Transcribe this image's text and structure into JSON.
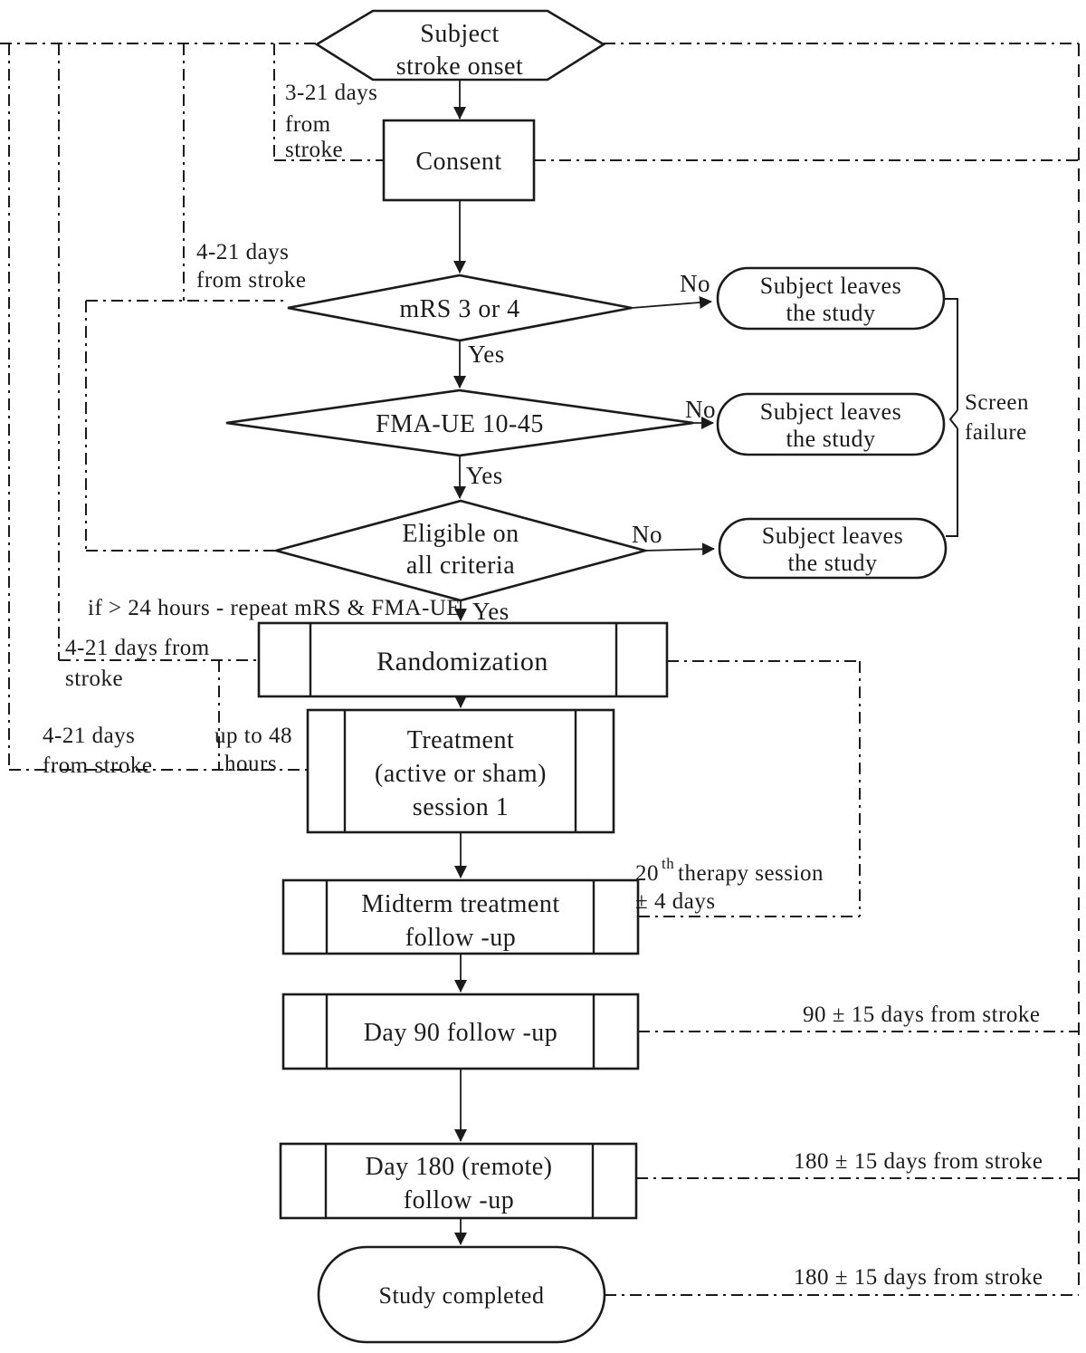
{
  "figure": {
    "kind": "clinical-study-flowchart"
  },
  "colors": {
    "ink": "#1b1b1b",
    "background": "#ffffff"
  },
  "nodes": {
    "stroke_onset": {
      "line1": "Subject",
      "line2": "stroke onset"
    },
    "consent": {
      "label": "Consent"
    },
    "mrs": {
      "label": "mRS 3 or 4"
    },
    "fma": {
      "label": "FMA-UE 10-45"
    },
    "eligible": {
      "line1": "Eligible on",
      "line2": "all criteria"
    },
    "leave1": {
      "line1": "Subject leaves",
      "line2": "the study"
    },
    "leave2": {
      "line1": "Subject leaves",
      "line2": "the study"
    },
    "leave3": {
      "line1": "Subject leaves",
      "line2": "the study"
    },
    "randomization": {
      "label": "Randomization"
    },
    "treatment": {
      "line1": "Treatment",
      "line2": "(active or sham)",
      "line3": "session 1"
    },
    "midterm": {
      "line1": "Midterm treatment",
      "line2": "follow -up"
    },
    "day90": {
      "label": "Day 90 follow -up"
    },
    "day180": {
      "line1": "Day 180 (remote)",
      "line2": "follow -up"
    },
    "completed": {
      "label": "Study completed"
    }
  },
  "edge_labels": {
    "yes1": "Yes",
    "yes2": "Yes",
    "yes3": "Yes",
    "no1": "No",
    "no2": "No",
    "no3": "No",
    "screen_failure_line1": "Screen",
    "screen_failure_line2": "failure"
  },
  "annotations": {
    "days_3_21": {
      "line1": "3-21 days",
      "line2": "from",
      "line3": "stroke"
    },
    "days_4_21_screen": {
      "line1": "4-21 days",
      "line2": "from stroke"
    },
    "days_4_21_rand": {
      "line1": "4-21 days from",
      "line2": "stroke"
    },
    "days_4_21_treat": {
      "line1": "4-21 days",
      "line2": "from stroke"
    },
    "up_to_48": {
      "line1": "up to 48",
      "line2": "hours"
    },
    "repeat_note": "if > 24 hours - repeat mRS & FMA-UE",
    "session20": {
      "num": "20",
      "sup": "th",
      "rest": "therapy session",
      "line2": "± 4 days"
    },
    "day90_window": "90 ± 15 days from stroke",
    "day180_window": "180 ± 15 days from stroke",
    "completed_window": "180 ± 15 days from stroke"
  }
}
